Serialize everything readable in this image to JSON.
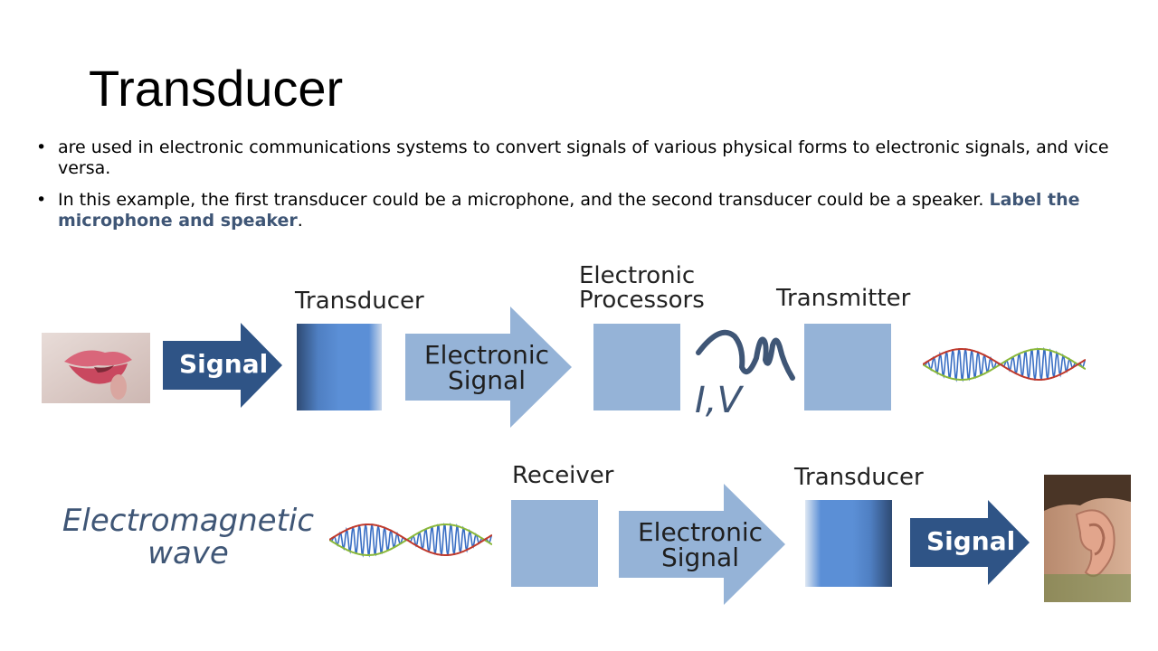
{
  "title": "Transducer",
  "bullets": [
    {
      "text": "are used in electronic communications systems to convert signals of various physical forms to electronic signals, and vice versa."
    },
    {
      "text": "In this example, the first transducer could be a microphone, and the second transducer could be a speaker. ",
      "highlight": "Label the microphone and speaker",
      "tail": "."
    }
  ],
  "diagram": {
    "top_row": {
      "label_transducer": "Transducer",
      "label_processors_line1": "Electronic",
      "label_processors_line2": "Processors",
      "label_transmitter": "Transmitter",
      "signal_arrow": "Signal",
      "electronic_signal_line1": "Electronic",
      "electronic_signal_line2": "Signal",
      "iv_label": "I,V"
    },
    "bottom_row": {
      "em_line1": "Electromagnetic",
      "em_line2": "wave",
      "label_receiver": "Receiver",
      "label_transducer": "Transducer",
      "electronic_signal_line1": "Electronic",
      "electronic_signal_line2": "Signal",
      "signal_arrow": "Signal"
    }
  },
  "colors": {
    "signal_arrow": "#2f5486",
    "electronic_arrow": "#95b3d7",
    "box": "#95b3d7",
    "wave_blue": "#3a6fc4",
    "wave_green": "#8ab83a",
    "wave_red": "#c0392b",
    "highlight_text": "#3f5676"
  }
}
